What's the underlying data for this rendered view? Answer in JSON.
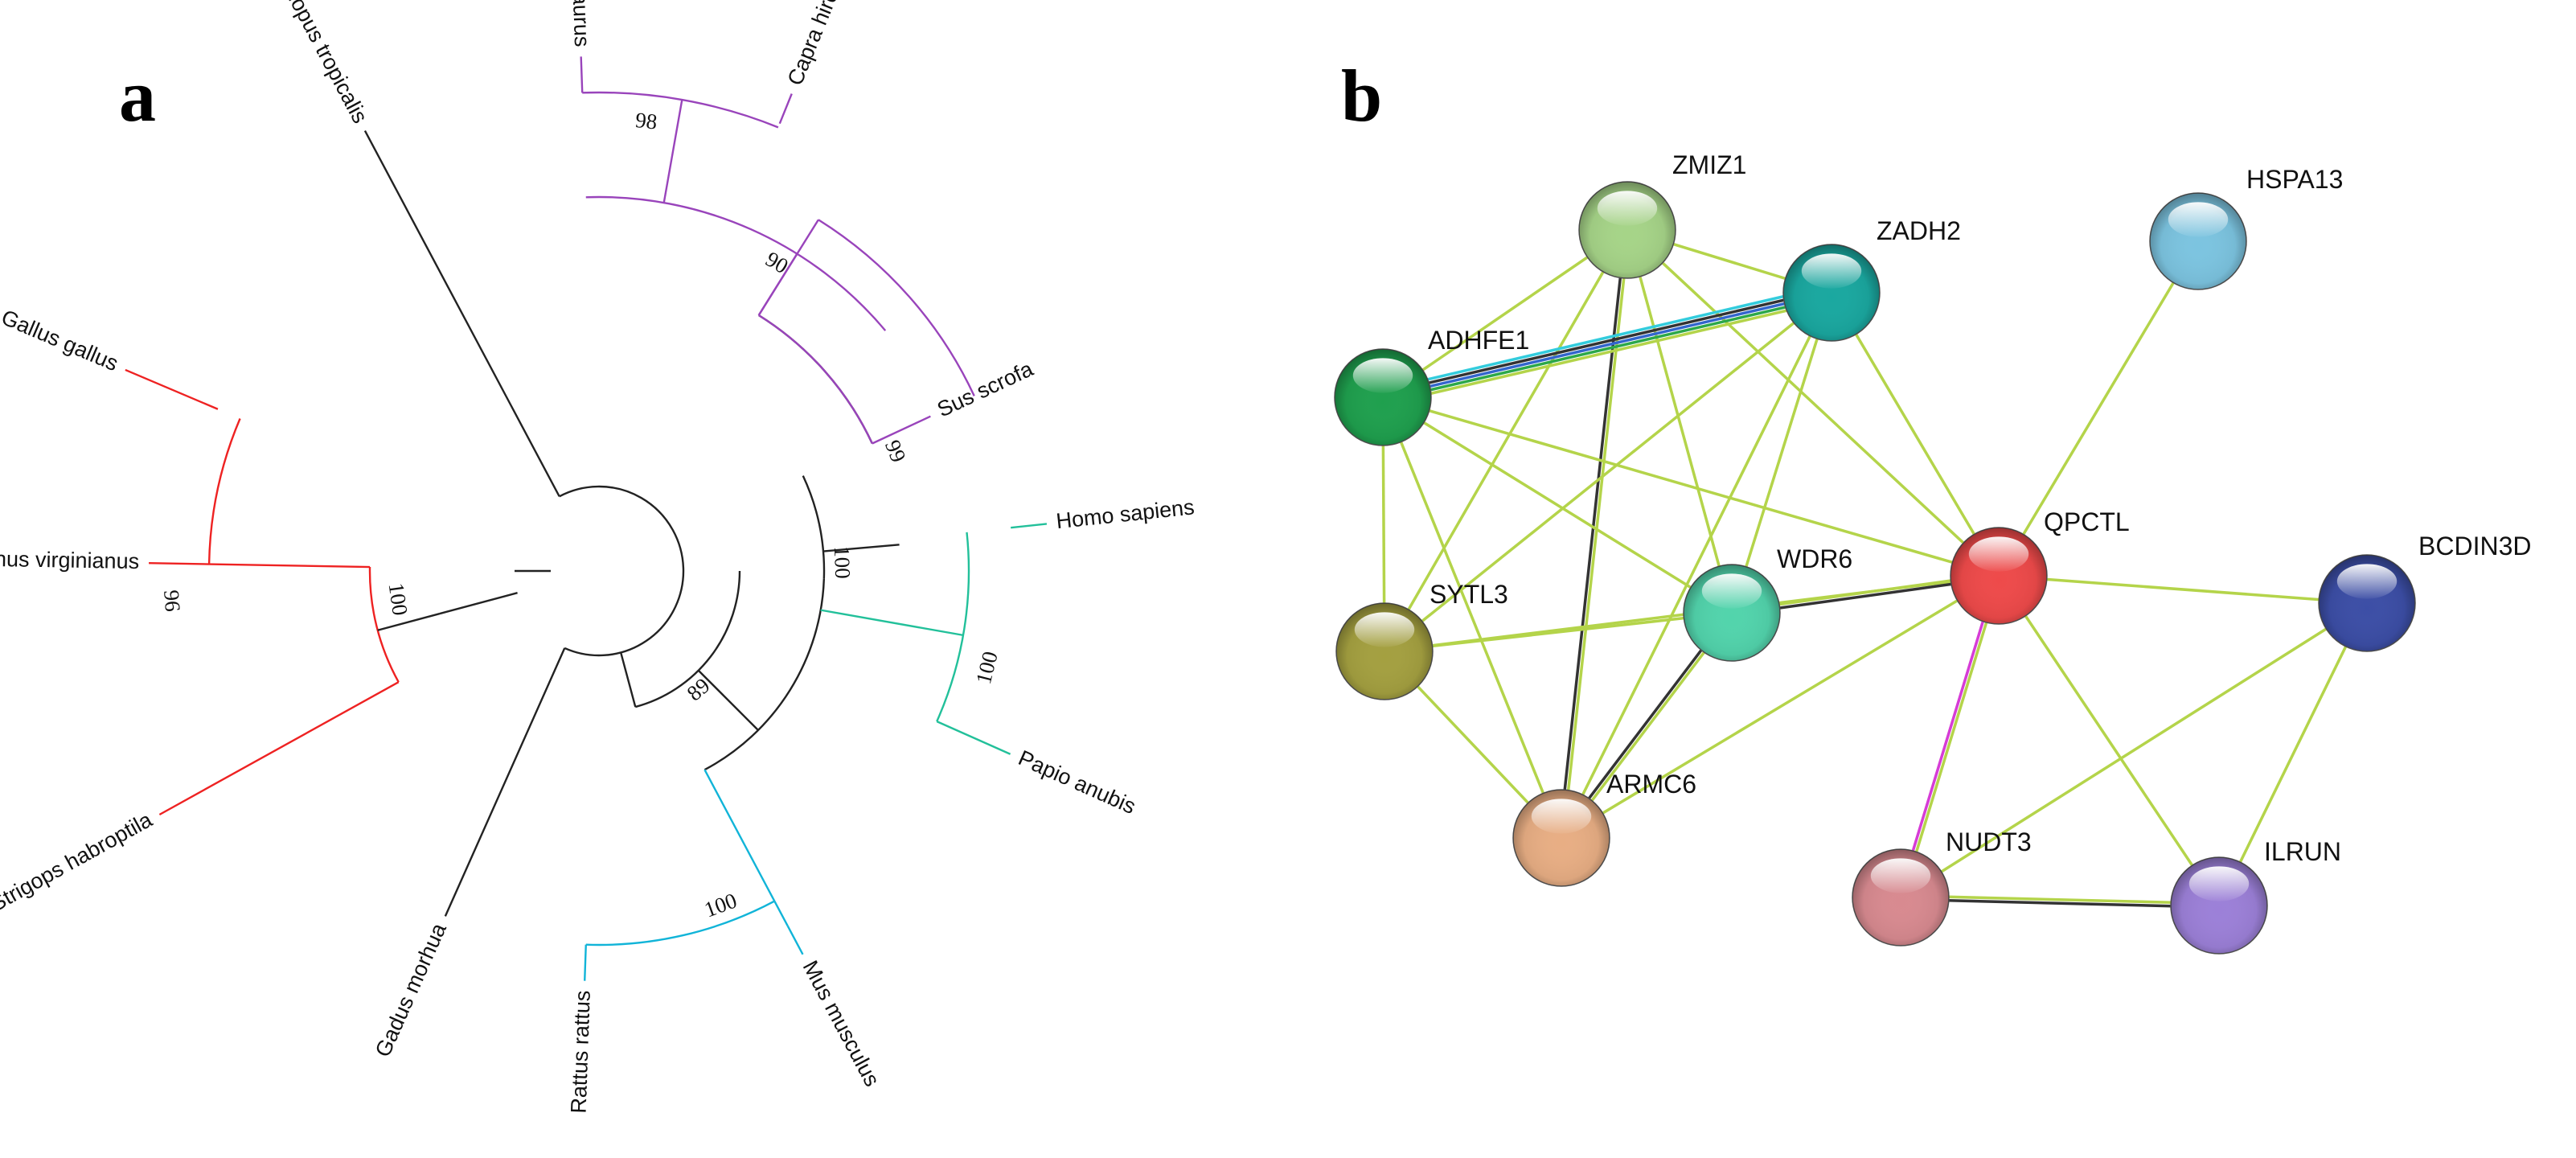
{
  "panels": {
    "a": "a",
    "b": "b"
  },
  "colors": {
    "black": "#222222",
    "red": "#ee2222",
    "purple": "#9944bb",
    "teal": "#22c09a",
    "cyan": "#11b4d8",
    "edge_default": "#b4d44a",
    "edge_dark": "#333333",
    "edge_magenta": "#d63cd6",
    "edge_blue": "#3366cc",
    "edge_green": "#2ca84a",
    "edge_cyan": "#33ccdd"
  },
  "tree": {
    "leaves": [
      {
        "id": "xenopus",
        "name": "Xenopus tropicalis",
        "clade": "black"
      },
      {
        "id": "bos",
        "name": "Bos taurus",
        "clade": "purple"
      },
      {
        "id": "capra",
        "name": "Capra hircus",
        "clade": "purple"
      },
      {
        "id": "sus",
        "name": "Sus scrofa",
        "clade": "purple"
      },
      {
        "id": "homo",
        "name": "Homo sapiens",
        "clade": "teal"
      },
      {
        "id": "papio",
        "name": "Papio anubis",
        "clade": "teal"
      },
      {
        "id": "mus",
        "name": "Mus musculus",
        "clade": "cyan"
      },
      {
        "id": "rattus",
        "name": "Rattus rattus",
        "clade": "cyan"
      },
      {
        "id": "gadus",
        "name": "Gadus morhua",
        "clade": "black"
      },
      {
        "id": "strigops",
        "name": "Strigops habroptila",
        "clade": "red"
      },
      {
        "id": "colinus",
        "name": "Colinus virginianus",
        "clade": "red"
      },
      {
        "id": "gallus",
        "name": "Gallus gallus",
        "clade": "red"
      }
    ],
    "bootstraps": [
      {
        "id": "bs98",
        "value": "98"
      },
      {
        "id": "bs90",
        "value": "90"
      },
      {
        "id": "bs99",
        "value": "99"
      },
      {
        "id": "bs100_primates",
        "value": "100"
      },
      {
        "id": "bs100_mammals",
        "value": "100"
      },
      {
        "id": "bs100_rodents",
        "value": "100"
      },
      {
        "id": "bs89",
        "value": "89"
      },
      {
        "id": "bs96",
        "value": "96"
      },
      {
        "id": "bs100_birds",
        "value": "100"
      }
    ]
  },
  "network": {
    "nodes": [
      {
        "id": "ZMIZ1",
        "label": "ZMIZ1",
        "color": "#a6d488"
      },
      {
        "id": "ZADH2",
        "label": "ZADH2",
        "color": "#1aa8a0"
      },
      {
        "id": "HSPA13",
        "label": "HSPA13",
        "color": "#7cc4e0"
      },
      {
        "id": "ADHFE1",
        "label": "ADHFE1",
        "color": "#1fa04e"
      },
      {
        "id": "QPCTL",
        "label": "QPCTL",
        "color": "#ee4a4a"
      },
      {
        "id": "BCDIN3D",
        "label": "BCDIN3D",
        "color": "#3c4ea6"
      },
      {
        "id": "SYTL3",
        "label": "SYTL3",
        "color": "#a4a040"
      },
      {
        "id": "WDR6",
        "label": "WDR6",
        "color": "#52d4ac"
      },
      {
        "id": "ARMC6",
        "label": "ARMC6",
        "color": "#e8ae84"
      },
      {
        "id": "NUDT3",
        "label": "NUDT3",
        "color": "#d88a90"
      },
      {
        "id": "ILRUN",
        "label": "ILRUN",
        "color": "#9c80d8"
      }
    ],
    "edges": [
      {
        "a": "ZMIZ1",
        "b": "ZADH2",
        "colors": [
          "edge_default"
        ]
      },
      {
        "a": "ZMIZ1",
        "b": "ADHFE1",
        "colors": [
          "edge_default"
        ]
      },
      {
        "a": "ZMIZ1",
        "b": "SYTL3",
        "colors": [
          "edge_default"
        ]
      },
      {
        "a": "ZMIZ1",
        "b": "WDR6",
        "colors": [
          "edge_default"
        ]
      },
      {
        "a": "ZMIZ1",
        "b": "ARMC6",
        "colors": [
          "edge_default",
          "edge_dark"
        ]
      },
      {
        "a": "ZMIZ1",
        "b": "QPCTL",
        "colors": [
          "edge_default"
        ]
      },
      {
        "a": "ZADH2",
        "b": "ADHFE1",
        "colors": [
          "edge_default",
          "edge_green",
          "edge_blue",
          "edge_dark",
          "edge_cyan"
        ]
      },
      {
        "a": "ZADH2",
        "b": "QPCTL",
        "colors": [
          "edge_default"
        ]
      },
      {
        "a": "ZADH2",
        "b": "WDR6",
        "colors": [
          "edge_default"
        ]
      },
      {
        "a": "ZADH2",
        "b": "SYTL3",
        "colors": [
          "edge_default"
        ]
      },
      {
        "a": "ZADH2",
        "b": "ARMC6",
        "colors": [
          "edge_default"
        ]
      },
      {
        "a": "HSPA13",
        "b": "QPCTL",
        "colors": [
          "edge_default"
        ]
      },
      {
        "a": "ADHFE1",
        "b": "SYTL3",
        "colors": [
          "edge_default"
        ]
      },
      {
        "a": "ADHFE1",
        "b": "WDR6",
        "colors": [
          "edge_default"
        ]
      },
      {
        "a": "ADHFE1",
        "b": "ARMC6",
        "colors": [
          "edge_default"
        ]
      },
      {
        "a": "ADHFE1",
        "b": "QPCTL",
        "colors": [
          "edge_default"
        ]
      },
      {
        "a": "SYTL3",
        "b": "WDR6",
        "colors": [
          "edge_default"
        ]
      },
      {
        "a": "SYTL3",
        "b": "ARMC6",
        "colors": [
          "edge_default"
        ]
      },
      {
        "a": "SYTL3",
        "b": "QPCTL",
        "colors": [
          "edge_default"
        ]
      },
      {
        "a": "WDR6",
        "b": "QPCTL",
        "colors": [
          "edge_default",
          "edge_dark"
        ]
      },
      {
        "a": "WDR6",
        "b": "ARMC6",
        "colors": [
          "edge_default",
          "edge_dark"
        ]
      },
      {
        "a": "ARMC6",
        "b": "QPCTL",
        "colors": [
          "edge_default"
        ]
      },
      {
        "a": "QPCTL",
        "b": "BCDIN3D",
        "colors": [
          "edge_default"
        ]
      },
      {
        "a": "QPCTL",
        "b": "NUDT3",
        "colors": [
          "edge_default",
          "edge_magenta"
        ]
      },
      {
        "a": "QPCTL",
        "b": "ILRUN",
        "colors": [
          "edge_default"
        ]
      },
      {
        "a": "BCDIN3D",
        "b": "NUDT3",
        "colors": [
          "edge_default"
        ]
      },
      {
        "a": "BCDIN3D",
        "b": "ILRUN",
        "colors": [
          "edge_default"
        ]
      },
      {
        "a": "NUDT3",
        "b": "ILRUN",
        "colors": [
          "edge_default",
          "edge_dark"
        ]
      }
    ]
  }
}
